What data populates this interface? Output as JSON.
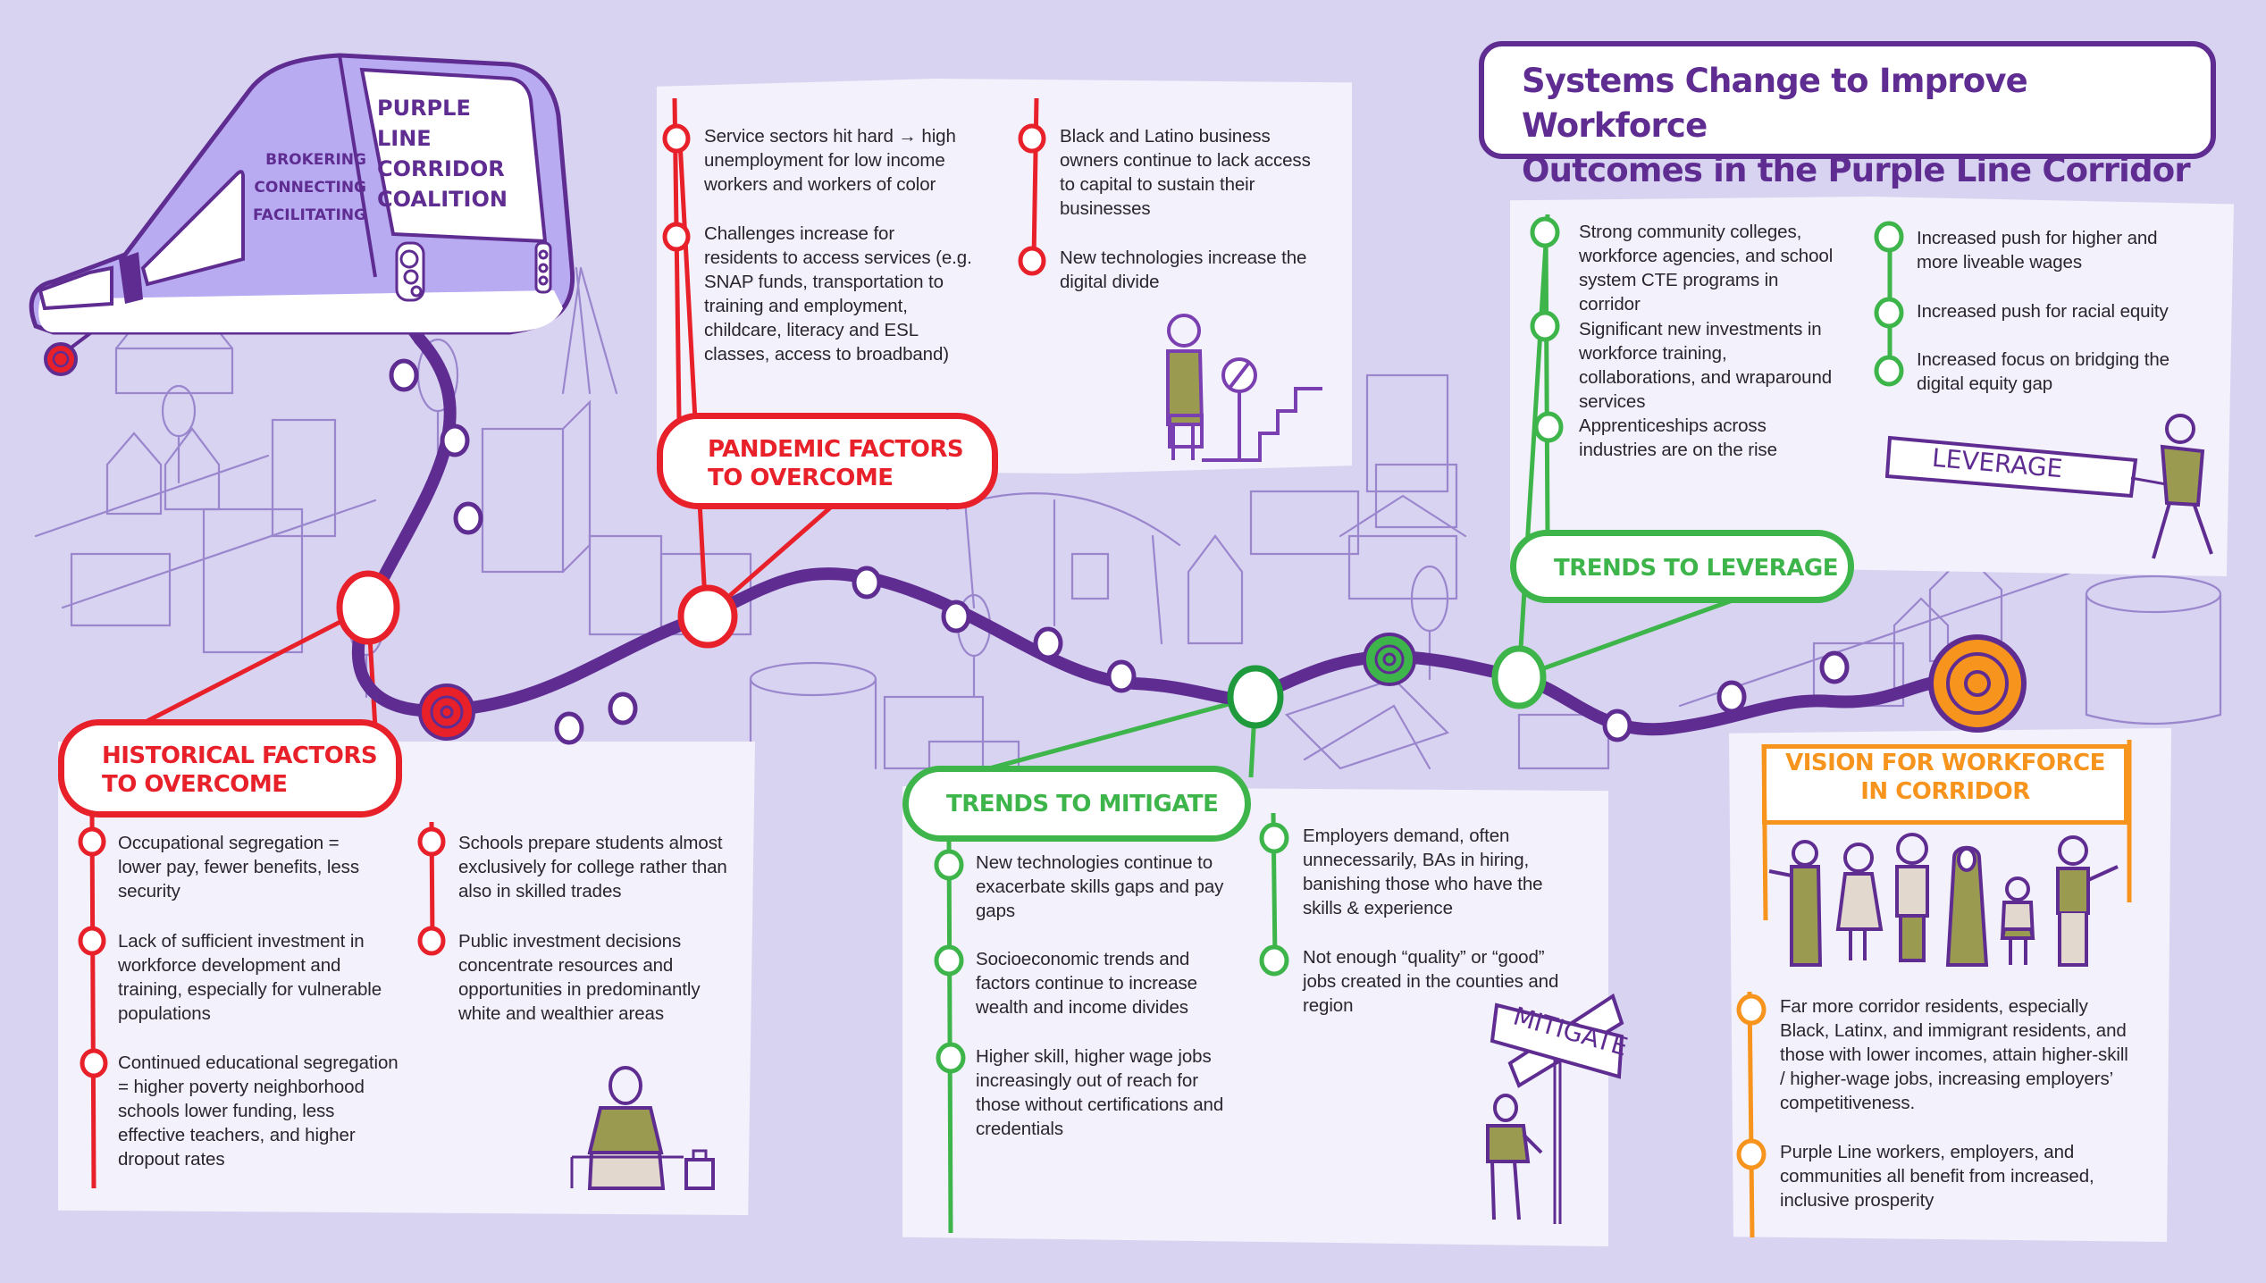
{
  "title": {
    "line1": "Systems Change to Improve Workforce",
    "line2": "Outcomes in the Purple Line Corridor"
  },
  "train": {
    "name_lines": [
      "PURPLE",
      "LINE",
      "CORRIDOR",
      "COALITION"
    ],
    "roles": [
      "BROKERING",
      "CONNECTING",
      "FACILITATING"
    ]
  },
  "colors": {
    "background": "#d9d3f2",
    "panel": "#f3f1fb",
    "track": "#5f2d91",
    "historical_pandemic": "#e8202a",
    "mitigate_leverage": "#3db54a",
    "vision": "#f7941d",
    "figure_shirt": "#9a9a50",
    "figure_pants": "#e2d8ce"
  },
  "pandemic": {
    "heading_line1": "PANDEMIC FACTORS",
    "heading_line2": "TO OVERCOME",
    "col1": [
      "Service sectors hit hard → high unemployment for low income workers and workers of color",
      "Challenges increase for residents to access services (e.g. SNAP funds, transportation to training and employment, childcare, literacy and ESL classes, access to broadband)"
    ],
    "col2": [
      "Black and Latino business owners continue to lack access to capital to sustain their businesses",
      "New technologies increase the digital divide"
    ]
  },
  "historical": {
    "heading_line1": "HISTORICAL FACTORS",
    "heading_line2": "TO OVERCOME",
    "col1": [
      "Occupational segregation = lower pay, fewer benefits, less security",
      "Lack of sufficient investment in workforce development and training, especially for vulnerable populations",
      "Continued educational segregation = higher poverty neighborhood schools lower funding, less effective teachers, and higher dropout rates"
    ],
    "col2": [
      "Schools prepare students almost exclusively for college rather than also in skilled trades",
      "Public investment decisions concentrate resources and opportunities in predominantly white and wealthier areas"
    ]
  },
  "mitigate": {
    "heading": "TRENDS TO MITIGATE",
    "sign": "MITIGATE",
    "col1": [
      "New technologies continue to exacerbate skills gaps and pay gaps",
      "Socioeconomic trends and factors continue to increase wealth and income divides",
      "Higher skill, higher wage jobs increasingly out of reach for those without certifications and credentials"
    ],
    "col2": [
      "Employers demand, often unnecessarily, BAs in hiring, banishing those who have the skills & experience",
      "Not enough “quality” or “good” jobs created in the counties and region"
    ]
  },
  "leverage": {
    "heading": "TRENDS TO LEVERAGE",
    "sign": "LEVERAGE",
    "col1": [
      "Strong community colleges, workforce agencies, and school system CTE programs in corridor",
      "Significant new investments in workforce training, collaborations, and wraparound services",
      "Apprenticeships across industries are on the rise"
    ],
    "col2": [
      "Increased push for higher and more liveable wages",
      "Increased push for racial equity",
      "Increased focus on bridging the digital equity gap"
    ]
  },
  "vision": {
    "heading_line1": "VISION FOR WORKFORCE",
    "heading_line2": "IN CORRIDOR",
    "items": [
      "Far more corridor residents, especially Black, Latinx, and immigrant residents, and those with lower incomes, attain higher-skill / higher-wage jobs, increasing employers’ competitiveness.",
      "Purple Line workers, employers, and communities all benefit from increased, inclusive prosperity"
    ]
  }
}
